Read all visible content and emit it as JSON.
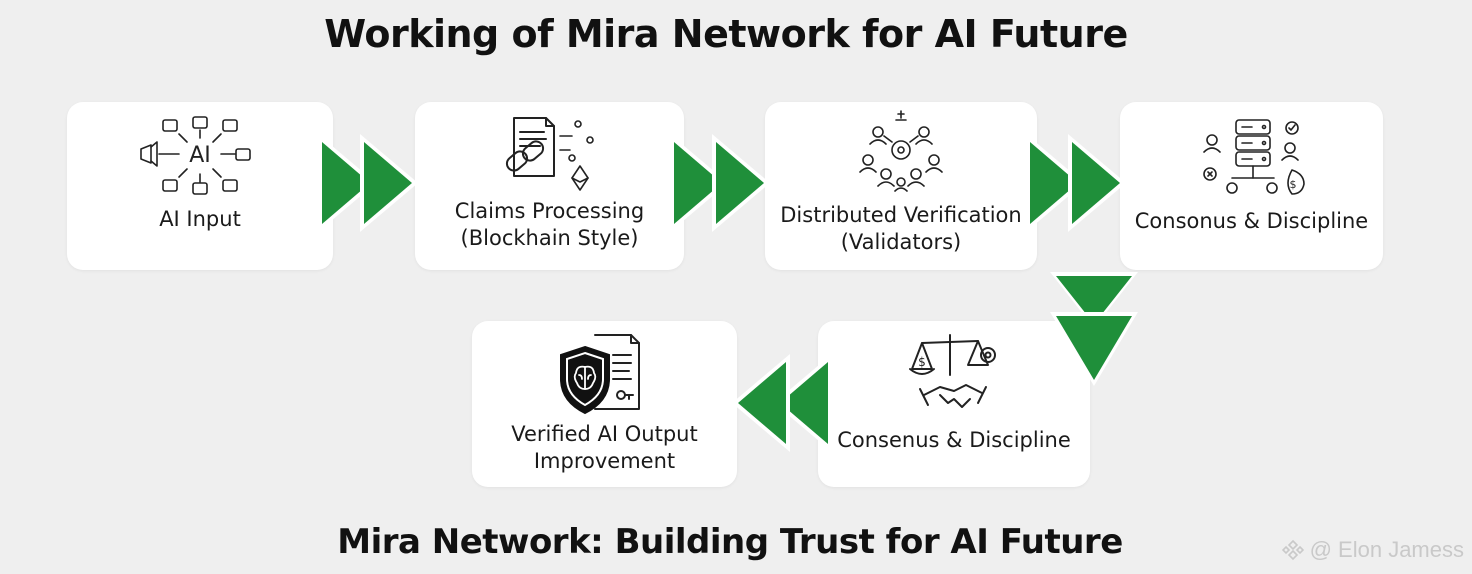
{
  "title": "Working of Mira Network for AI Future",
  "subtitle": "Mira Network: Building Trust for AI Future",
  "colors": {
    "arrow": "#1f8f3a",
    "card": "#ffffff",
    "background": "#efefef"
  },
  "steps": [
    {
      "label_line1": "AI Input",
      "label_line2": "",
      "icon": "ai-hub-icon"
    },
    {
      "label_line1": "Claims Processing",
      "label_line2": "(Blockhain Style)",
      "icon": "chain-document-icon"
    },
    {
      "label_line1": "Distributed Verification",
      "label_line2": "(Validators)",
      "icon": "validators-network-icon"
    },
    {
      "label_line1": "Consonus & Discipline",
      "label_line2": "",
      "icon": "server-network-icon"
    },
    {
      "label_line1": "Consenus & Discipline",
      "label_line2": "",
      "icon": "scales-handshake-icon"
    },
    {
      "label_line1": "Verified AI Output",
      "label_line2": "Improvement",
      "icon": "shield-brain-certificate-icon"
    }
  ],
  "icons": {
    "ai_text": "AI"
  },
  "watermark": {
    "text": "@ Elon Jamess",
    "icon": "exchange-logo-icon"
  }
}
